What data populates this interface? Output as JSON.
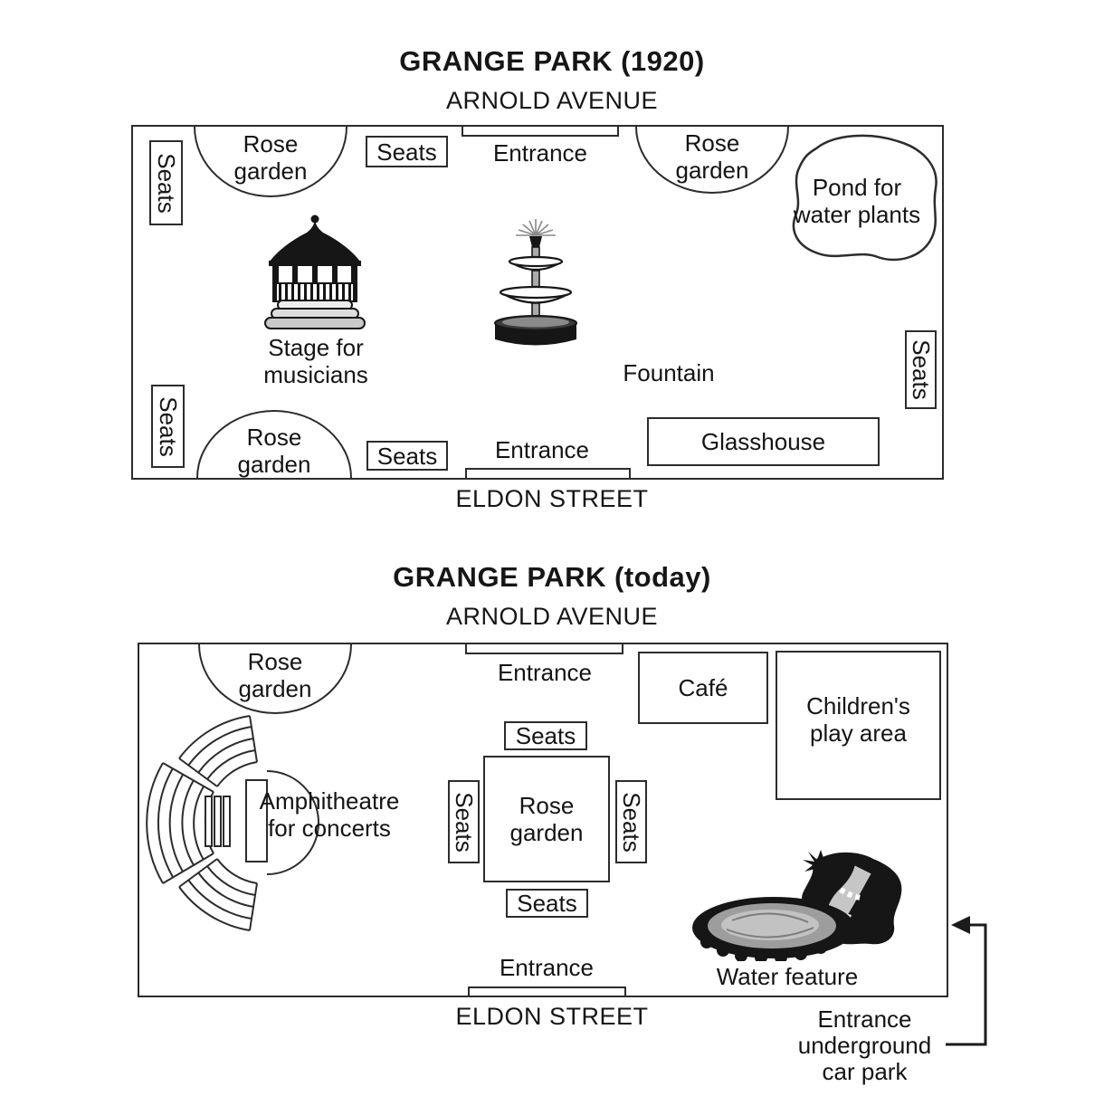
{
  "colors": {
    "ink": "#1b1b1b",
    "paper": "#ffffff"
  },
  "icons": [
    "bandstand-illustration",
    "fountain-illustration",
    "amphitheatre-illustration",
    "water-feature-illustration",
    "car-park-arrow"
  ],
  "maps": [
    {
      "id": "1920",
      "title": "GRANGE PARK (1920)",
      "street_top": "ARNOLD AVENUE",
      "street_bottom": "ELDON STREET",
      "features": {
        "seats": "Seats",
        "rose_garden": "Rose\ngarden",
        "entrance": "Entrance",
        "pond": "Pond for\nwater plants",
        "stage": "Stage for\nmusicians",
        "fountain": "Fountain",
        "glasshouse": "Glasshouse"
      }
    },
    {
      "id": "today",
      "title": "GRANGE PARK (today)",
      "street_top": "ARNOLD AVENUE",
      "street_bottom": "ELDON STREET",
      "features": {
        "seats": "Seats",
        "rose_garden": "Rose\ngarden",
        "entrance": "Entrance",
        "cafe": "Café",
        "children": "Children's\nplay area",
        "amphitheatre": "Amphitheatre\nfor concerts",
        "water": "Water feature",
        "underground": "Entrance\nunderground\ncar park"
      }
    }
  ]
}
